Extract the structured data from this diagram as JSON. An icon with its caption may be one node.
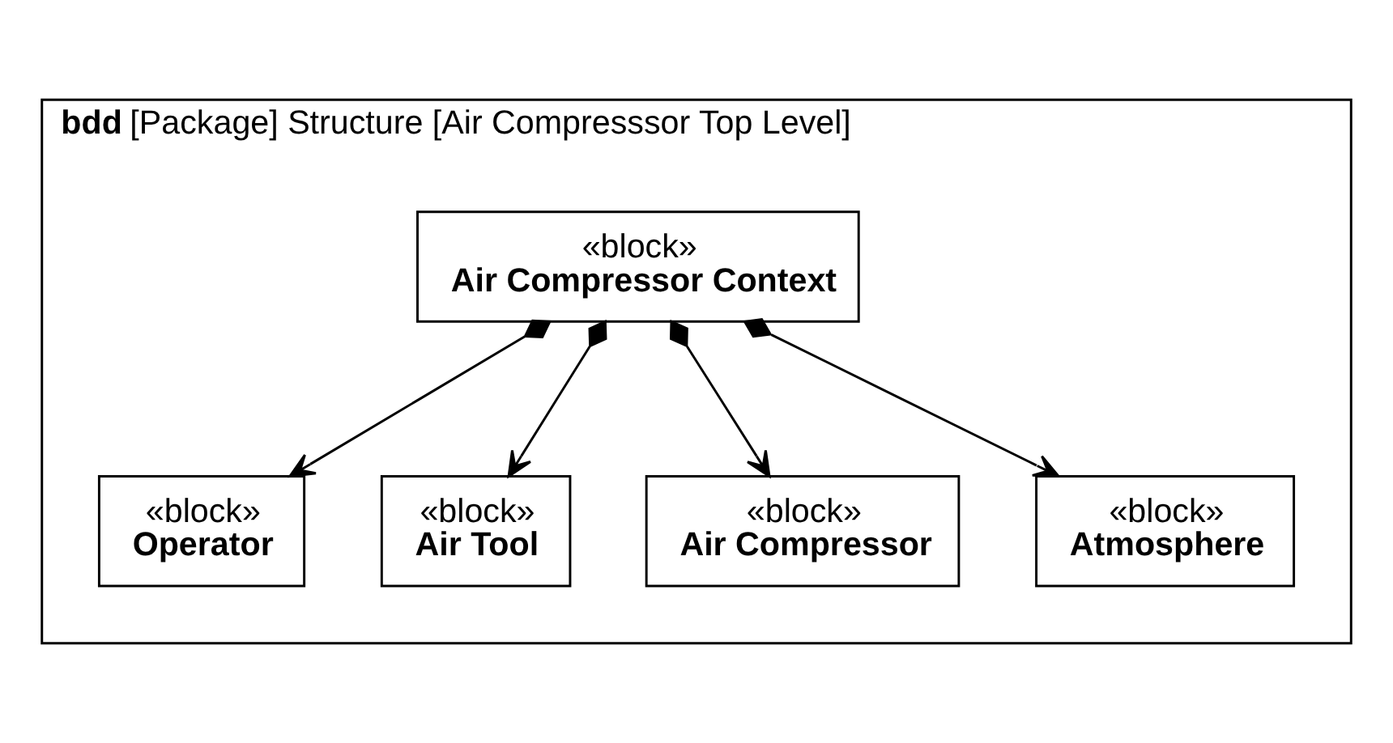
{
  "diagram": {
    "nodes": [
      {
        "text": [
          "**bdd** [Package] Structure [Air Compresssor Top Level]"
        ]
      },
      {
        "text": [
          "«block»",
          "Air Compressor Context"
        ],
        "in": 0
      },
      {
        "text": [
          "«block»",
          "Operator"
        ],
        "in": 0
      },
      {
        "text": [
          "«block»",
          "Air Tool"
        ],
        "in": 0
      },
      {
        "text": [
          "«block»",
          "Air Compressor"
        ],
        "in": 0
      },
      {
        "text": [
          "«block»",
          "Atmosphere"
        ],
        "in": 0
      }
    ],
    "edges": [
      {
        "from": 1,
        "to": 2,
        "arrow": "to"
      },
      {
        "from": 1,
        "to": 3,
        "arrow": "to"
      },
      {
        "from": 1,
        "to": 4,
        "arrow": "to"
      },
      {
        "from": 1,
        "to": 5,
        "arrow": "to"
      }
    ]
  }
}
